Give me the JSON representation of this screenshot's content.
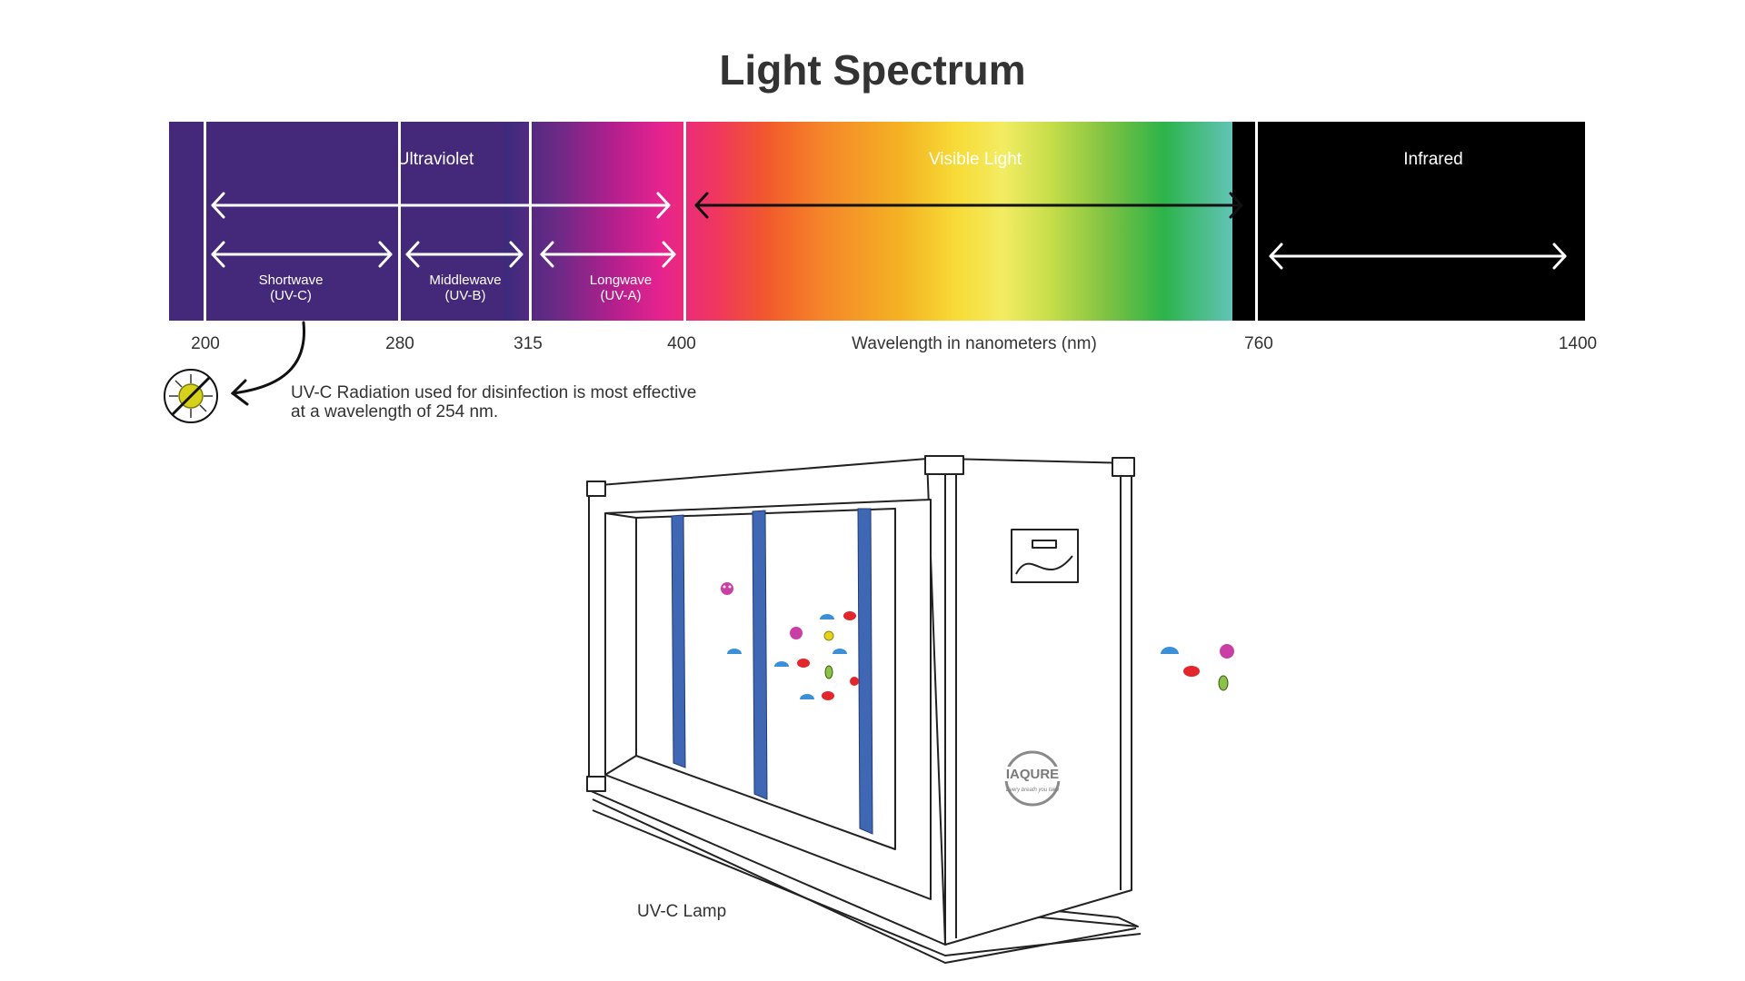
{
  "title": "Light Spectrum",
  "bands": {
    "ultraviolet": "Ultraviolet",
    "visible": "Visible Light",
    "infrared": "Infrared"
  },
  "subbands": [
    {
      "name": "Shortwave",
      "code": "(UV-C)"
    },
    {
      "name": "Middlewave",
      "code": "(UV-B)"
    },
    {
      "name": "Longwave",
      "code": "(UV-A)"
    }
  ],
  "ticks": [
    "200",
    "280",
    "315",
    "400",
    "760",
    "1400"
  ],
  "axis_label": "Wavelength in nanometers (nm)",
  "note": {
    "line1": "UV-C Radiation used for disinfection is most effective",
    "line2": "at a wavelength of 254 nm."
  },
  "lamp_label": "UV-C Lamp",
  "brand": {
    "name": "IAQURE",
    "tagline": "Every breath you take"
  },
  "colors": {
    "uv": "#44297a",
    "infrared": "#000000",
    "lamp": "#3f67b4",
    "germ_red": "#e2262b",
    "germ_blue": "#3b8fd6",
    "germ_pink": "#c93fa6",
    "germ_green": "#8bc34a"
  }
}
